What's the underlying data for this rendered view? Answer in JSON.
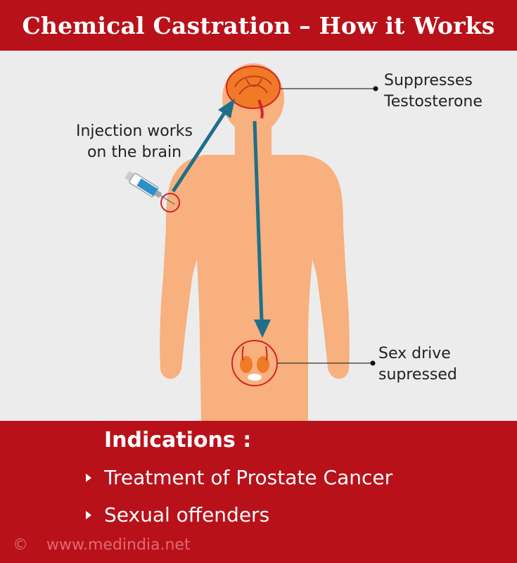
{
  "header": {
    "title": "Chemical Castration – How it Works"
  },
  "diagram": {
    "injection_label_line1": "Injection works",
    "injection_label_line2": "on the brain",
    "brain_label_line1": "Suppresses",
    "brain_label_line2": "Testosterone",
    "groin_label_line1": "Sex drive",
    "groin_label_line2": "supressed"
  },
  "indications": {
    "title": "Indications :",
    "items": [
      "Treatment of Prostate Cancer",
      "Sexual offenders"
    ]
  },
  "footer": {
    "copyright_symbol": "©",
    "site": "www.medindia.net"
  },
  "colors": {
    "banner": "#b9111a",
    "body": "#f7b07e",
    "arrow": "#1f6f8a",
    "circle": "#d4222a"
  }
}
